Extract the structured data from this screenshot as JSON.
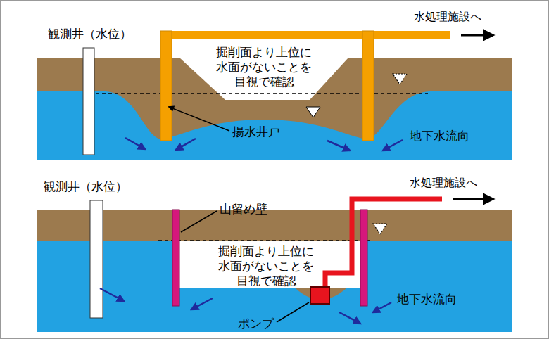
{
  "diagram": {
    "labels": [
      "観測井（水位）",
      "水処理施設へ",
      "掘削面より上位に 水面がないことを 目視で確認",
      "揚水井戸",
      "地下水流向",
      "観測井（水位）",
      "水処理施設へ",
      "山留め壁",
      "掘削面より上位に 水面がないことを 目視で確認",
      "地下水流向",
      "ポンプ"
    ]
  }
}
